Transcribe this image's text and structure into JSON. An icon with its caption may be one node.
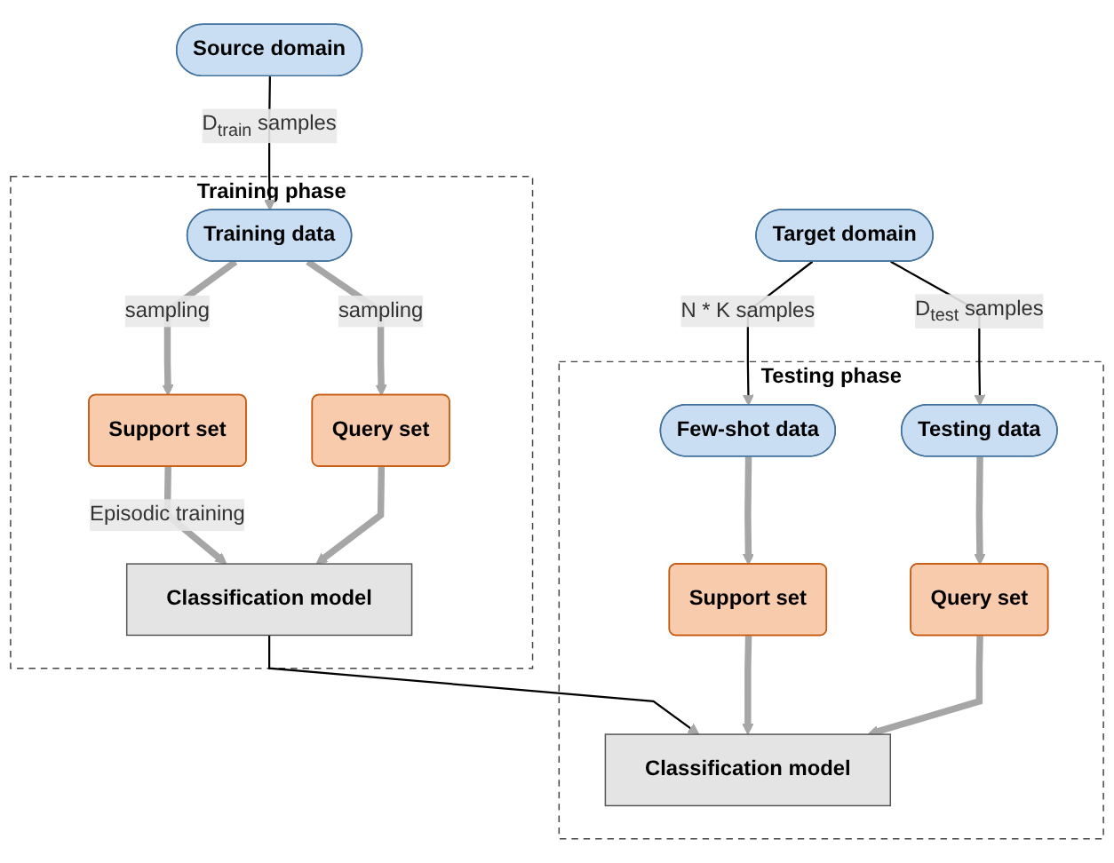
{
  "diagram": {
    "nodes": [
      {
        "text": [
          "Source domain"
        ]
      },
      {
        "text": [
          "Target domain"
        ]
      },
      {
        "text": [
          "Training phase"
        ]
      },
      {
        "text": [
          "Training data"
        ],
        "in": 2
      },
      {
        "text": [
          "Support set"
        ],
        "in": 2
      },
      {
        "text": [
          "Query set"
        ],
        "in": 2
      },
      {
        "text": [
          "Classification model"
        ],
        "in": 2
      },
      {
        "text": [
          "Testing phase"
        ]
      },
      {
        "text": [
          "Few-shot data"
        ],
        "in": 7
      },
      {
        "text": [
          "Testing data"
        ],
        "in": 7
      },
      {
        "text": [
          "Support set"
        ],
        "in": 7
      },
      {
        "text": [
          "Query set"
        ],
        "in": 7
      },
      {
        "text": [
          "Classification model"
        ],
        "in": 7
      }
    ],
    "edges": [
      {
        "from": 0,
        "to": 3,
        "arrow": "to",
        "label": "D$_{train}$ samples",
        "color": "#000000"
      },
      {
        "from": 1,
        "to": 8,
        "arrow": "to",
        "label": "N * K samples",
        "color": "#000000"
      },
      {
        "from": 1,
        "to": 9,
        "arrow": "to",
        "label": "D$_{test}$ samples",
        "color": "#000000"
      },
      {
        "from": 3,
        "to": 4,
        "arrow": "to",
        "label": "sampling"
      },
      {
        "from": 3,
        "to": 5,
        "arrow": "to",
        "label": "sampling"
      },
      {
        "from": 4,
        "to": 6,
        "arrow": "to",
        "label": "Episodic training"
      },
      {
        "from": 5,
        "to": 6,
        "arrow": "to"
      },
      {
        "from": 6,
        "to": 12,
        "arrow": "to",
        "color": "#000000"
      },
      {
        "from": 8,
        "to": 10,
        "arrow": "to"
      },
      {
        "from": 9,
        "to": 11,
        "arrow": "to"
      },
      {
        "from": 10,
        "to": 12,
        "arrow": "to"
      },
      {
        "from": 11,
        "to": 12,
        "arrow": "to"
      }
    ]
  }
}
